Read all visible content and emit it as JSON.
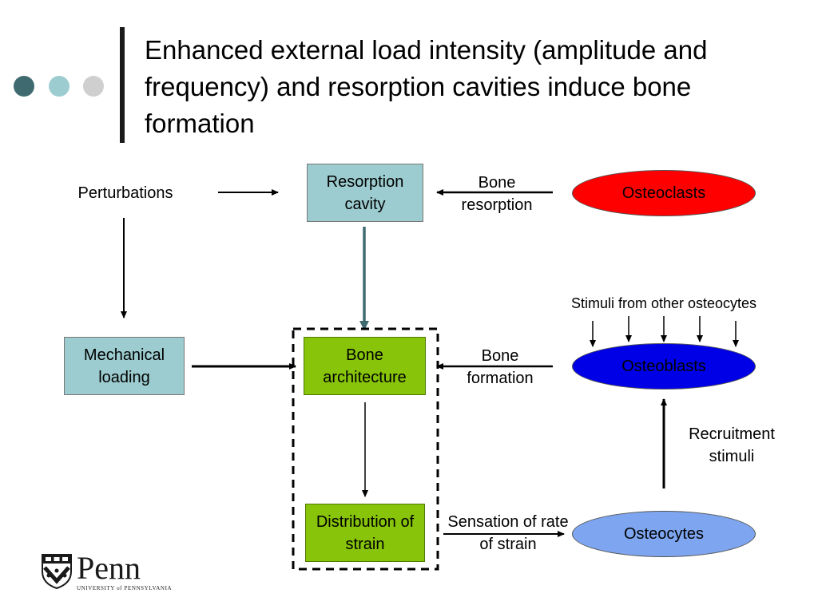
{
  "slide": {
    "title": "Enhanced external load intensity (amplitude and frequency) and resorption cavities induce bone formation"
  },
  "colors": {
    "dot1": "#3f6b70",
    "dot2": "#9ccccf",
    "dot3": "#cfcfcf",
    "teal_box": "#9ccccf",
    "green_box": "#87c40a",
    "osteoclasts": "#ff0000",
    "osteoblasts": "#0000e6",
    "osteocytes": "#7ea6f0",
    "resorption_arrow": "#3f6b70"
  },
  "nodes": {
    "perturbations": "Perturbations",
    "resorption_cavity": "Resorption cavity",
    "osteoclasts": "Osteoclasts",
    "mechanical_loading": "Mechanical loading",
    "bone_architecture": "Bone architecture",
    "osteoblasts": "Osteoblasts",
    "distribution_of_strain": "Distribution of strain",
    "osteocytes": "Osteocytes"
  },
  "edge_labels": {
    "bone_resorption": "Bone resorption",
    "bone_formation": "Bone formation",
    "stimuli_other": "Stimuli from other osteocytes",
    "recruitment": "Recruitment stimuli",
    "sensation": "Sensation of rate of strain"
  },
  "logo": {
    "word": "Penn",
    "subtitle": "UNIVERSITY of PENNSYLVANIA"
  }
}
